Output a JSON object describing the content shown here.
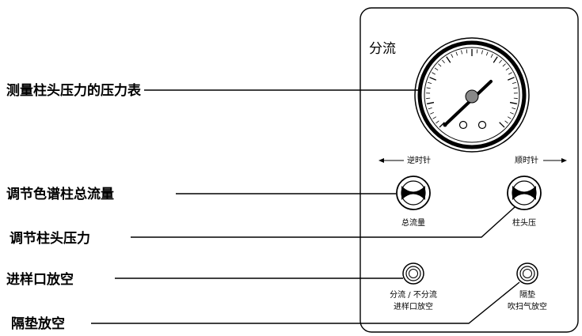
{
  "panel": {
    "title": "分流",
    "ccw_label": "逆时针",
    "cw_label": "顺时针",
    "knob_left_label": "总流量",
    "knob_right_label": "柱头压",
    "port_left_label_line1": "分流 / 不分流",
    "port_left_label_line2": "进样口放空",
    "port_right_label_line1": "隔垫",
    "port_right_label_line2": "吹扫气放空"
  },
  "callouts": {
    "gauge": "测量柱头压力的压力表",
    "total_flow": "调节色谱柱总流量",
    "head_pressure": "调节柱头压力",
    "inlet_vent": "进样口放空",
    "septum_vent": "隔垫放空"
  }
}
